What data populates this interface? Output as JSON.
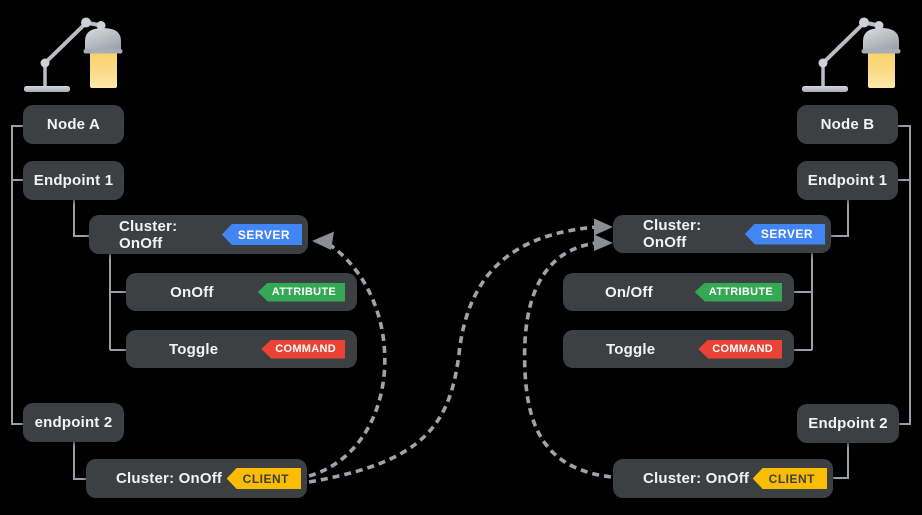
{
  "diagram": {
    "left": {
      "node": "Node A",
      "endpoint1": "Endpoint 1",
      "cluster_server": "Cluster: OnOff",
      "server_badge": "SERVER",
      "attribute": "OnOff",
      "attribute_badge": "ATTRIBUTE",
      "command": "Toggle",
      "command_badge": "COMMAND",
      "endpoint2": "endpoint 2",
      "cluster_client": "Cluster: OnOff",
      "client_badge": "CLIENT"
    },
    "right": {
      "node": "Node B",
      "endpoint1": "Endpoint 1",
      "cluster_server": "Cluster: OnOff",
      "server_badge": "SERVER",
      "attribute": "On/Off",
      "attribute_badge": "ATTRIBUTE",
      "command": "Toggle",
      "command_badge": "COMMAND",
      "endpoint2": "Endpoint 2",
      "cluster_client": "Cluster: OnOff",
      "client_badge": "CLIENT"
    },
    "arrows": [
      {
        "from": "node-a-cluster-client",
        "to": "node-a-cluster-server"
      },
      {
        "from": "node-a-cluster-client",
        "to": "node-b-cluster-server"
      },
      {
        "from": "node-b-cluster-client",
        "to": "node-b-cluster-server"
      }
    ],
    "icons": {
      "left": "desk-lamp-icon",
      "right": "desk-lamp-icon"
    },
    "colors": {
      "background": "#000000",
      "box": "#3c4043",
      "text": "#f1f3f4",
      "connector": "#9aa0a6",
      "arrow_dash": "#a0a3a7",
      "arrow_head": "#8b8e92",
      "server": "#4285f4",
      "attribute": "#34a853",
      "command": "#ea4335",
      "client": "#fbbc04",
      "client_text": "#3c4043"
    }
  }
}
